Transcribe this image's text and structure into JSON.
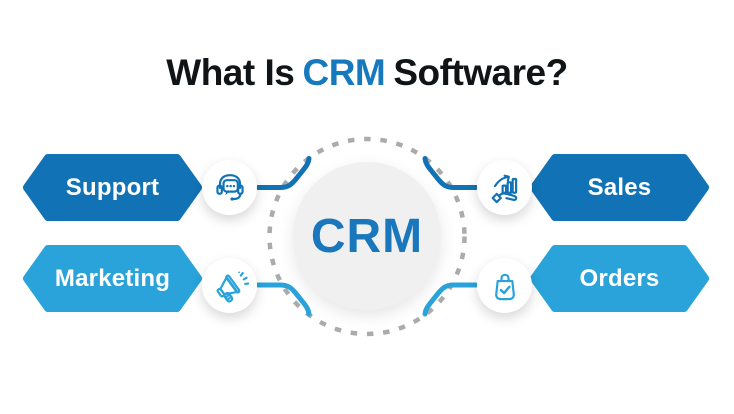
{
  "title": {
    "pre": "What Is",
    "highlight": "CRM",
    "post": "Software?"
  },
  "center": {
    "label": "CRM"
  },
  "nodes": {
    "support": {
      "label": "Support",
      "icon": "headset-support-icon"
    },
    "marketing": {
      "label": "Marketing",
      "icon": "megaphone-icon"
    },
    "sales": {
      "label": "Sales",
      "icon": "growth-chart-hand-icon"
    },
    "orders": {
      "label": "Orders",
      "icon": "shopping-bag-check-icon"
    }
  },
  "colors": {
    "dark_blue": "#1173b5",
    "light_blue": "#29a3da",
    "title_accent": "#1779bd",
    "title_text": "#111417",
    "dash_gray": "#ababab",
    "center_circle_fill": "#f0f0f1",
    "label_text": "#ffffff"
  }
}
